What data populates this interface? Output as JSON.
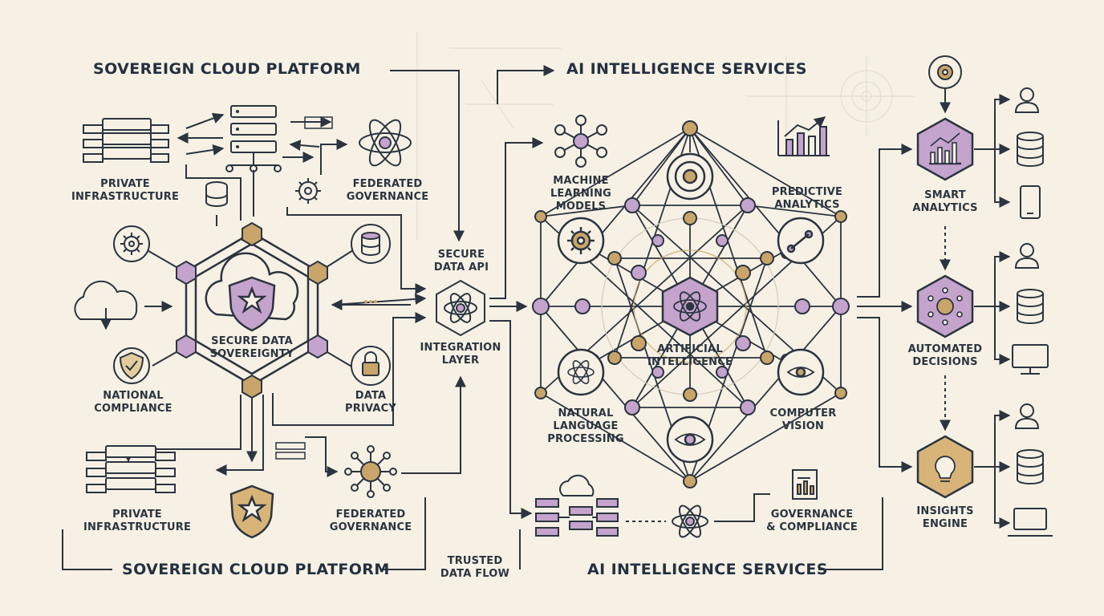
{
  "titles": {
    "top_left": "SOVEREIGN CLOUD PLATFORM",
    "top_center": "AI INTELLIGENCE SERVICES",
    "bottom_left": "SOVEREIGN CLOUD PLATFORM",
    "bottom_center": "AI INTELLIGENCE SERVICES"
  },
  "sovereign": {
    "private_infra_top": "PRIVATE\nINFRASTRUCTURE",
    "federated_gov_top": "FEDERATED\nGOVERNANCE",
    "secure_sovereignty": "SECURE DATA\nSOVEREIGNTY",
    "national_compliance": "NATIONAL\nCOMPLIANCE",
    "data_privacy": "DATA\nPRIVACY",
    "private_infra_bottom": "PRIVATE\nINFRASTRUCTURE",
    "federated_gov_bottom": "FEDERATED\nGOVERNANCE"
  },
  "integration": {
    "secure_api": "SECURE\nDATA API",
    "integration_layer": "INTEGRATION\nLAYER",
    "trusted_flow": "TRUSTED\nDATA FLOW"
  },
  "ai": {
    "ml_models": "MACHINE\nLEARNING\nMODELS",
    "predictive": "PREDICTIVE\nANALYTICS",
    "artificial_intelligence": "ARTIFICIAL\nINTELLIGENCE",
    "nlp": "NATURAL\nLANGUAGE\nPROCESSING",
    "computer_vision": "COMPUTER\nVISION",
    "governance_compliance": "GOVERNANCE\n& COMPLIANCE"
  },
  "outputs": {
    "smart_analytics": "SMART\nANALYTICS",
    "automated_decisions": "AUTOMATED\nDECISIONS",
    "insights_engine": "INSIGHTS\nENGINE"
  },
  "colors": {
    "ink": "#2b3440",
    "purple": "#c4a3cc",
    "purple_fill": "#d9c2dd",
    "gold": "#c9a56a",
    "gold_fill": "#e4cc9c",
    "background": "#f6f1e4"
  }
}
